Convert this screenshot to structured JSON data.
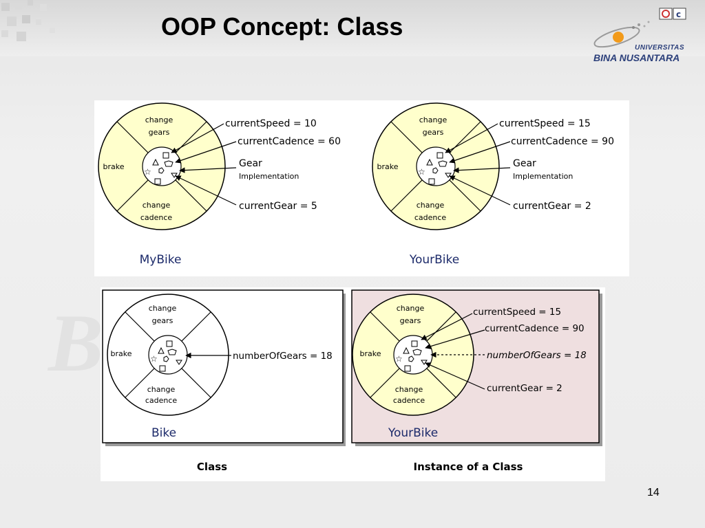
{
  "slide": {
    "title": "OOP Concept: Class",
    "page_number": "14",
    "logo": {
      "line1": "UNIVERSITAS",
      "line2": "BINA NUSANTARA"
    }
  },
  "wheel_labels": {
    "top": [
      "change",
      "gears"
    ],
    "left": "brake",
    "bottom": [
      "change",
      "cadence"
    ]
  },
  "top_panel": {
    "mybike": {
      "name": "MyBike",
      "speed": "currentSpeed = 10",
      "cadence": "currentCadence = 60",
      "gear_impl": [
        "Gear",
        "Implementation"
      ],
      "gear": "currentGear = 5"
    },
    "yourbike": {
      "name": "YourBike",
      "speed": "currentSpeed = 15",
      "cadence": "currentCadence = 90",
      "gear_impl": [
        "Gear",
        "Implementation"
      ],
      "gear": "currentGear = 2"
    }
  },
  "bottom_panel": {
    "class_box": {
      "name": "Bike",
      "field": "numberOfGears = 18",
      "caption": "Class"
    },
    "instance_box": {
      "name": "YourBike",
      "speed": "currentSpeed = 15",
      "cadence": "currentCadence = 90",
      "gears": "numberOfGears = 18",
      "gear": "currentGear = 2",
      "caption": "Instance of a Class"
    }
  },
  "colors": {
    "wheel_fill": "#ffffcc",
    "instance_bg": "#efdfe0"
  }
}
